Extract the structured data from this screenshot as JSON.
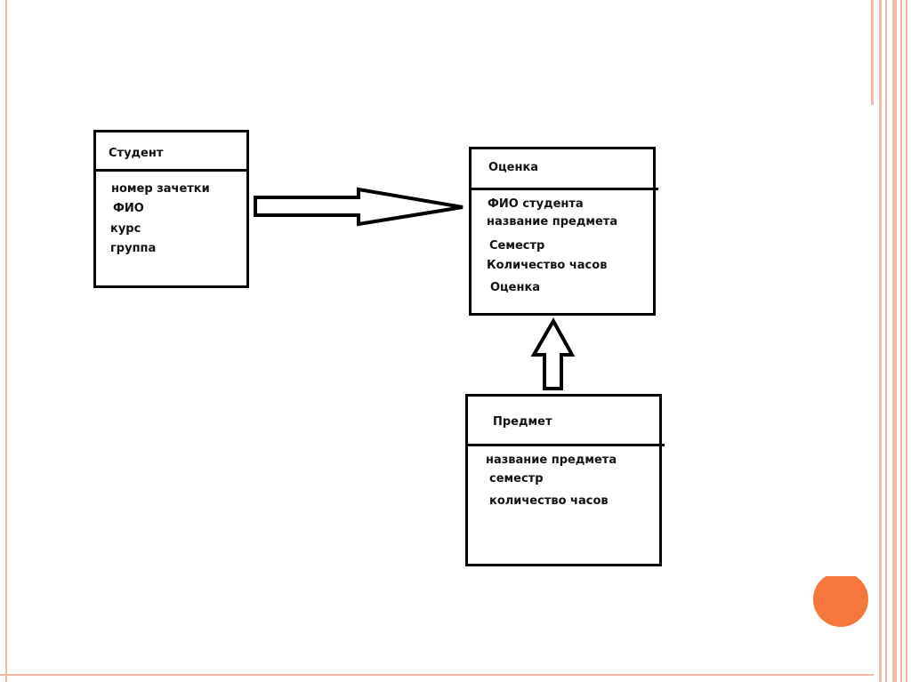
{
  "colors": {
    "frame": "#f6b9a5",
    "accent": "#f7763e",
    "ink": "#000000"
  },
  "entities": {
    "student": {
      "title": "Студент",
      "attributes": [
        "номер зачетки",
        "ФИО",
        "курс",
        "группа"
      ]
    },
    "grade": {
      "title": "Оценка",
      "attributes": [
        "ФИО студента",
        "название предмета",
        "Семестр",
        "Количество часов",
        "Оценка"
      ]
    },
    "subject": {
      "title": "Предмет",
      "attributes": [
        "название предмета",
        "семестр",
        "количество часов"
      ]
    }
  },
  "relations": [
    {
      "from": "student",
      "to": "grade"
    },
    {
      "from": "subject",
      "to": "grade"
    }
  ]
}
